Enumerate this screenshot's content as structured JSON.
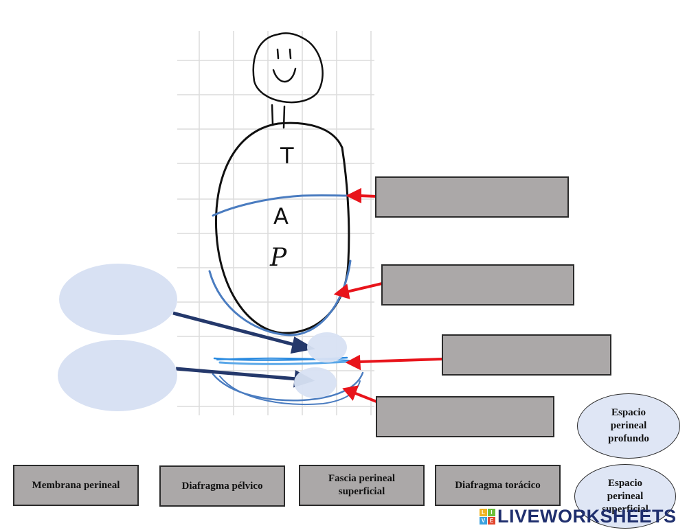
{
  "drag_items": {
    "membrana_perineal": "Membrana perineal",
    "diafragma_pelvico": "Diafragma pélvico",
    "fascia_line1": "Fascia perineal",
    "fascia_line2": "superficial",
    "diafragma_toracico": "Diafragma torácico"
  },
  "oval_items": {
    "profundo_line1": "Espacio",
    "profundo_line2": "perineal",
    "profundo_line3": "profundo",
    "superficial_line1": "Espacio",
    "superficial_line2": "perineal",
    "superficial_line3": "superficial"
  },
  "drawing_letters": {
    "t": "T",
    "a": "A",
    "p": "P"
  },
  "logo": {
    "badge": [
      "L",
      "I",
      "V",
      "E"
    ],
    "text": "LIVEWORKSHEETS"
  },
  "colors": {
    "box_fill": "#aba8a8",
    "oval_fill": "#d8e1f3",
    "arrow_red": "#e8141b",
    "arrow_navy": "#24386b",
    "line_blue": "#4a7cc0",
    "logo_navy": "#1f2f6e"
  }
}
